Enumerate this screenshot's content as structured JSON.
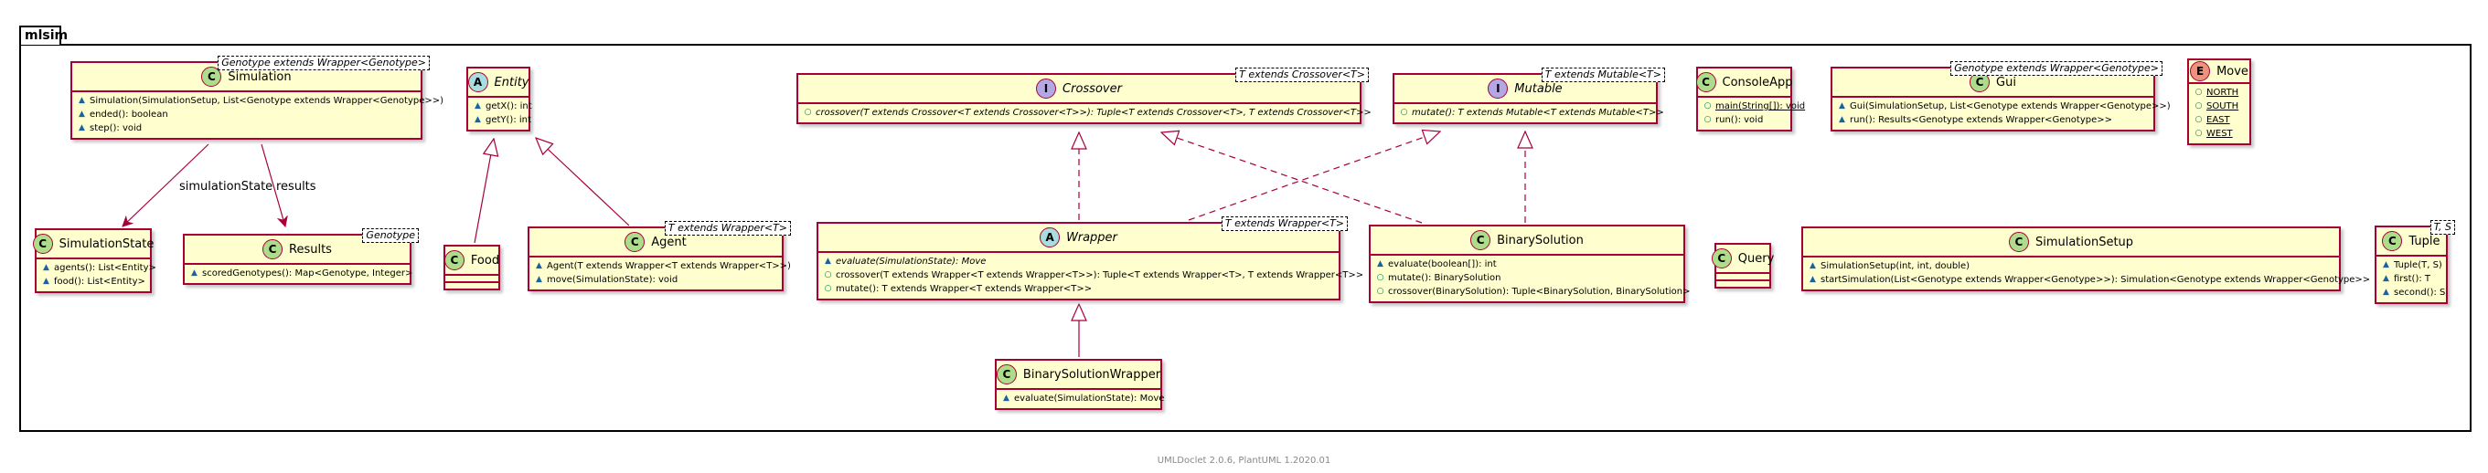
{
  "package": {
    "name": "mlsim"
  },
  "footer": "UMLDoclet 2.0.6, PlantUML 1.2020.01",
  "colors": {
    "border": "#a80036",
    "fill": "#fefece",
    "class_badge": "#addd8a",
    "abstract_badge": "#a9dcdf",
    "interface_badge": "#b4a7e5",
    "enum_badge": "#eb937f",
    "pkg_vis": "#1963a0",
    "pub_vis": "#038048"
  },
  "classes": [
    {
      "id": "simulation",
      "kind": "C",
      "name": "Simulation",
      "italic": false,
      "tparam": "Genotype extends Wrapper<Genotype>",
      "members": [
        {
          "vis": "pkg",
          "text": "Simulation(SimulationSetup, List<Genotype extends Wrapper<Genotype>>)"
        },
        {
          "vis": "pkg",
          "text": "ended(): boolean"
        },
        {
          "vis": "pkg",
          "text": "step(): void"
        }
      ]
    },
    {
      "id": "entity",
      "kind": "A",
      "name": "Entity",
      "italic": true,
      "tparam": "",
      "members": [
        {
          "vis": "pkg",
          "text": "getX(): int"
        },
        {
          "vis": "pkg",
          "text": "getY(): int"
        }
      ]
    },
    {
      "id": "crossover",
      "kind": "I",
      "name": "Crossover",
      "italic": true,
      "tparam": "T extends Crossover<T>",
      "members": [
        {
          "vis": "pub",
          "italic": true,
          "text": "crossover(T extends Crossover<T extends Crossover<T>>): Tuple<T extends Crossover<T>, T extends Crossover<T>>"
        }
      ]
    },
    {
      "id": "mutable",
      "kind": "I",
      "name": "Mutable",
      "italic": true,
      "tparam": "T extends Mutable<T>",
      "members": [
        {
          "vis": "pub",
          "italic": true,
          "text": "mutate(): T extends Mutable<T extends Mutable<T>>"
        }
      ]
    },
    {
      "id": "consoleapp",
      "kind": "C",
      "name": "ConsoleApp",
      "italic": false,
      "tparam": "",
      "members": [
        {
          "vis": "pub",
          "underline": true,
          "text": "main(String[]): void"
        },
        {
          "vis": "pub",
          "text": "run(): void"
        }
      ]
    },
    {
      "id": "gui",
      "kind": "C",
      "name": "Gui",
      "italic": false,
      "tparam": "Genotype extends Wrapper<Genotype>",
      "members": [
        {
          "vis": "pkg",
          "text": "Gui(SimulationSetup, List<Genotype extends Wrapper<Genotype>>)"
        },
        {
          "vis": "pkg",
          "text": "run(): Results<Genotype extends Wrapper<Genotype>>"
        }
      ]
    },
    {
      "id": "move",
      "kind": "E",
      "name": "Move",
      "italic": false,
      "tparam": "",
      "members": [
        {
          "vis": "pub",
          "underline": true,
          "text": "NORTH"
        },
        {
          "vis": "pub",
          "underline": true,
          "text": "SOUTH"
        },
        {
          "vis": "pub",
          "underline": true,
          "text": "EAST"
        },
        {
          "vis": "pub",
          "underline": true,
          "text": "WEST"
        }
      ]
    },
    {
      "id": "simulationstate",
      "kind": "C",
      "name": "SimulationState",
      "italic": false,
      "tparam": "",
      "members": [
        {
          "vis": "pkg",
          "text": "agents(): List<Entity>"
        },
        {
          "vis": "pkg",
          "text": "food(): List<Entity>"
        }
      ]
    },
    {
      "id": "results",
      "kind": "C",
      "name": "Results",
      "italic": false,
      "tparam": "Genotype",
      "members": [
        {
          "vis": "pkg",
          "text": "scoredGenotypes(): Map<Genotype, Integer>"
        }
      ]
    },
    {
      "id": "food",
      "kind": "C",
      "name": "Food",
      "italic": false,
      "tparam": "",
      "members": [],
      "empty_sections": 2
    },
    {
      "id": "agent",
      "kind": "C",
      "name": "Agent",
      "italic": false,
      "tparam": "T extends Wrapper<T>",
      "members": [
        {
          "vis": "pkg",
          "text": "Agent(T extends Wrapper<T extends Wrapper<T>>)"
        },
        {
          "vis": "pkg",
          "text": "move(SimulationState): void"
        }
      ]
    },
    {
      "id": "wrapper",
      "kind": "A",
      "name": "Wrapper",
      "italic": true,
      "tparam": "T extends Wrapper<T>",
      "members": [
        {
          "vis": "pkg",
          "italic": true,
          "text": "evaluate(SimulationState): Move"
        },
        {
          "vis": "pub",
          "text": "crossover(T extends Wrapper<T extends Wrapper<T>>): Tuple<T extends Wrapper<T>, T extends Wrapper<T>>"
        },
        {
          "vis": "pub",
          "text": "mutate(): T extends Wrapper<T extends Wrapper<T>>"
        }
      ]
    },
    {
      "id": "binarysolution",
      "kind": "C",
      "name": "BinarySolution",
      "italic": false,
      "tparam": "",
      "members": [
        {
          "vis": "pkg",
          "text": "evaluate(boolean[]): int"
        },
        {
          "vis": "pub",
          "text": "mutate(): BinarySolution"
        },
        {
          "vis": "pub",
          "text": "crossover(BinarySolution): Tuple<BinarySolution, BinarySolution>"
        }
      ]
    },
    {
      "id": "query",
      "kind": "C",
      "name": "Query",
      "italic": false,
      "tparam": "",
      "members": [],
      "empty_sections": 2
    },
    {
      "id": "simulationsetup",
      "kind": "C",
      "name": "SimulationSetup",
      "italic": false,
      "tparam": "",
      "members": [
        {
          "vis": "pkg",
          "text": "SimulationSetup(int, int, double)"
        },
        {
          "vis": "pkg",
          "text": "startSimulation(List<Genotype extends Wrapper<Genotype>>): Simulation<Genotype extends Wrapper<Genotype>>"
        }
      ]
    },
    {
      "id": "tuple",
      "kind": "C",
      "name": "Tuple",
      "italic": false,
      "tparam": "T, S",
      "members": [
        {
          "vis": "pkg",
          "text": "Tuple(T, S)"
        },
        {
          "vis": "pkg",
          "text": "first(): T"
        },
        {
          "vis": "pkg",
          "text": "second(): S"
        }
      ]
    },
    {
      "id": "binarysolutionwrapper",
      "kind": "C",
      "name": "BinarySolutionWrapper",
      "italic": false,
      "tparam": "",
      "members": [
        {
          "vis": "pkg",
          "text": "evaluate(SimulationState): Move"
        }
      ]
    }
  ],
  "relations": [
    {
      "from": "simulation",
      "to": "simulationstate",
      "type": "association",
      "label": "simulationState"
    },
    {
      "from": "simulation",
      "to": "results",
      "type": "association",
      "label": "results"
    },
    {
      "from": "food",
      "to": "entity",
      "type": "extends"
    },
    {
      "from": "agent",
      "to": "entity",
      "type": "extends"
    },
    {
      "from": "wrapper",
      "to": "crossover",
      "type": "implements"
    },
    {
      "from": "wrapper",
      "to": "mutable",
      "type": "implements"
    },
    {
      "from": "binarysolution",
      "to": "crossover",
      "type": "implements"
    },
    {
      "from": "binarysolution",
      "to": "mutable",
      "type": "implements"
    },
    {
      "from": "binarysolutionwrapper",
      "to": "wrapper",
      "type": "extends"
    }
  ]
}
